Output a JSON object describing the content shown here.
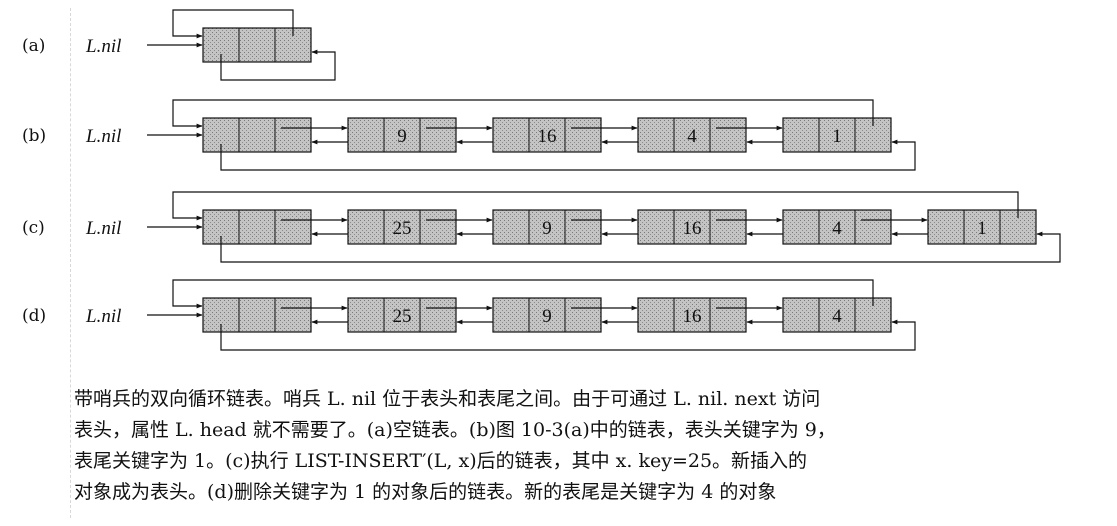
{
  "nil_label": "L.nil",
  "rows": [
    {
      "label": "(a)",
      "keys": []
    },
    {
      "label": "(b)",
      "keys": [
        "9",
        "16",
        "4",
        "1"
      ]
    },
    {
      "label": "(c)",
      "keys": [
        "25",
        "9",
        "16",
        "4",
        "1"
      ]
    },
    {
      "label": "(d)",
      "keys": [
        "25",
        "9",
        "16",
        "4"
      ]
    }
  ],
  "caption": {
    "line1": "带哨兵的双向循环链表。哨兵 L. nil 位于表头和表尾之间。由于可通过 L. nil. next 访问",
    "line2": "表头，属性 L. head 就不需要了。(a)空链表。(b)图 10-3(a)中的链表，表头关键字为 9，",
    "line3": "表尾关键字为 1。(c)执行 LIST-INSERT′(L, x)后的链表，其中 x. key=25。新插入的",
    "line4": "对象成为表头。(d)删除关键字为 1 的对象后的链表。新的表尾是关键字为 4 的对象"
  },
  "colors": {
    "node_fill": "#bdbdbd",
    "stroke": "#111111"
  }
}
